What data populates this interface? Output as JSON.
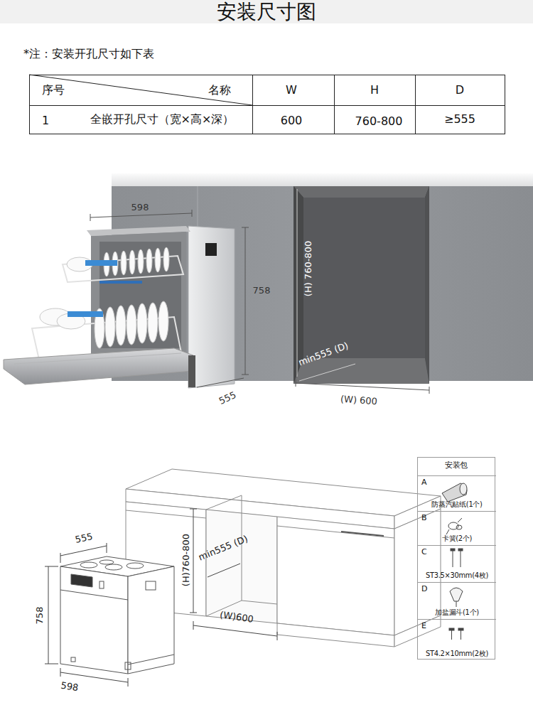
{
  "diagram": {
    "title": "安装尺寸图",
    "nodes": [
      {
        "text": [
          "安装包"
        ]
      },
      {
        "text": [
          "A",
          "防蒸汽贴纸(1个)"
        ],
        "in": 0
      },
      {
        "text": [
          "B",
          "卡簧(2个)"
        ],
        "in": 0
      },
      {
        "text": [
          "C",
          "ST3.5×30mm(4枚)"
        ],
        "in": 0
      },
      {
        "text": [
          "D",
          "加盐漏斗(1个)"
        ],
        "in": 0
      },
      {
        "text": [
          "E",
          "ST4.2×10mm(2枚)"
        ],
        "in": 0
      }
    ],
    "labels": [
      "*注：安装开孔尺寸如下表",
      "序号",
      "名称",
      "W",
      "H",
      "D",
      "1",
      "全嵌开孔尺寸（宽×高×深）",
      "600",
      "760-800",
      "≥555",
      "598",
      "758",
      "555",
      "(H) 760-800",
      "min555 (D)",
      "(W) 600",
      "555",
      "758",
      "598",
      "(H)760-800",
      "min555 (D)",
      "(W)600"
    ]
  }
}
